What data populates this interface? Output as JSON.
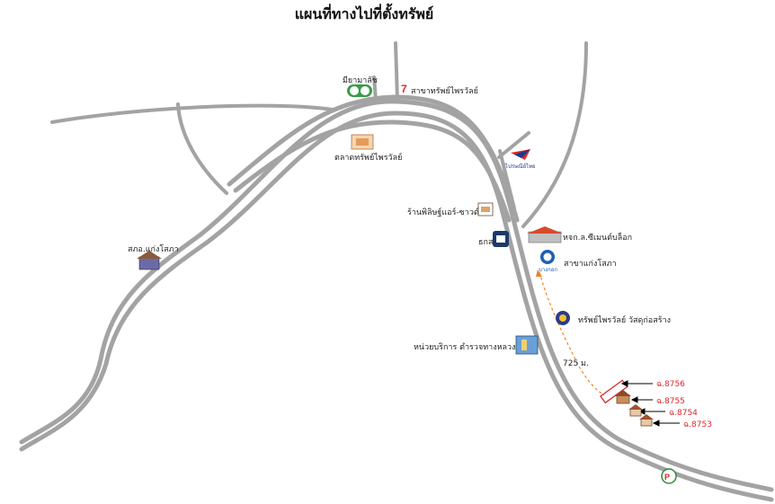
{
  "title": "แผนที่ทางไปที่ตั้งทรัพย์",
  "places": {
    "miyamuch": "มียามาลัช",
    "seven_branch": "สาขาทรัพย์ไพรวัลย์",
    "market": "ตลาดทรัพย์ไพรวัลย์",
    "air_shop": "ร้านพิลิษฐ์แอร์-ซาวด์",
    "bank": "ธกส",
    "cement": "หจก.ล.ซีเมนต์บล็อก",
    "bangkok_bank_branch": "สาขาแก่งโสภา",
    "subdistrict_office": "สภอ.แก่งโสภา",
    "materials": "ทรัพย์ไพรวัลย์ วัสดุก่อสร้าง",
    "highway_police": "หน่วยบริการ ตำรวจทางหลวง",
    "thai_post_logo": "ไปรษณีย์ไทย",
    "bank_logo": "บางกอก"
  },
  "distance_label": "725 ม.",
  "plots": [
    "ฉ.8756",
    "ฉ.8755",
    "ฉ.8754",
    "ฉ.8753"
  ],
  "icons": {
    "seven": "seven-eleven-icon",
    "pt": "pt-station-icon"
  },
  "colors": {
    "road": "#a3a3a3",
    "plot_red": "#e0262a",
    "route_orange": "#e8862a"
  }
}
